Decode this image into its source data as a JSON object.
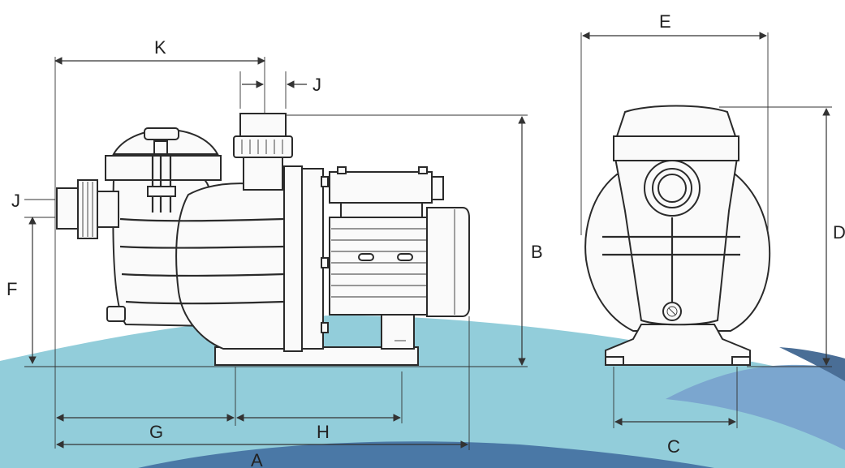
{
  "diagram": {
    "dimension_labels": {
      "A": "A",
      "B": "B",
      "C": "C",
      "D": "D",
      "E": "E",
      "F": "F",
      "G": "G",
      "H": "H",
      "J_top": "J",
      "J_side": "J",
      "K": "K"
    },
    "colors": {
      "wave_light": "#7cc4d4",
      "wave_dark": "#3f6f9f",
      "wave_mid": "#5b8fbf",
      "line": "#333333"
    }
  }
}
